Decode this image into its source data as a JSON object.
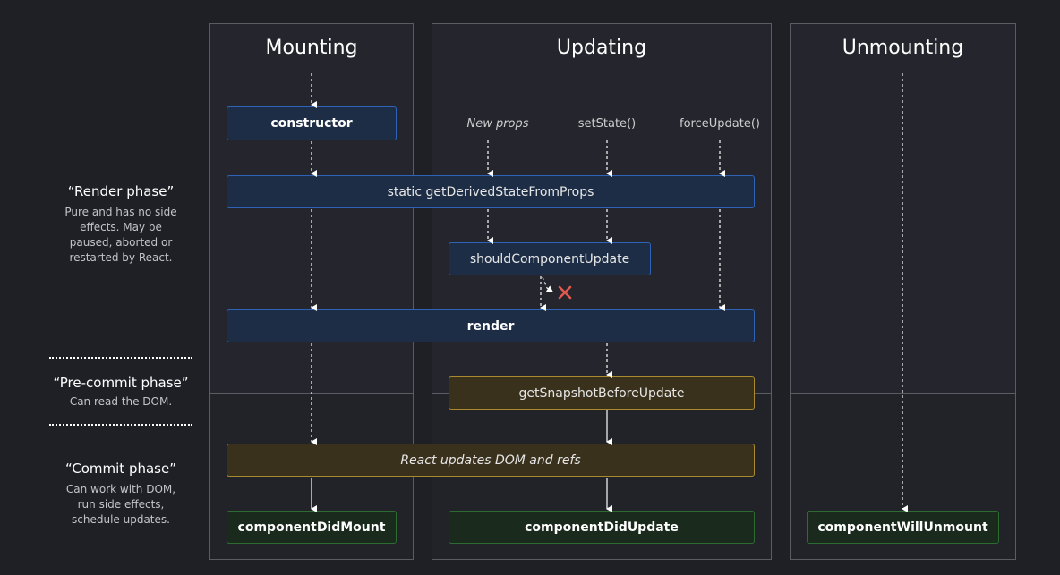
{
  "columns": {
    "mounting": "Mounting",
    "updating": "Updating",
    "unmounting": "Unmounting"
  },
  "phases": {
    "render": {
      "title": "“Render phase”",
      "description": "Pure and has no side effects. May be paused, aborted or restarted by React."
    },
    "precommit": {
      "title": "“Pre-commit phase”",
      "description": "Can read the DOM."
    },
    "commit": {
      "title": "“Commit phase”",
      "description": "Can work with DOM, run side effects, schedule updates."
    }
  },
  "triggers": {
    "new_props": "New props",
    "set_state": "setState()",
    "force_update": "forceUpdate()"
  },
  "methods": {
    "constructor": "constructor",
    "get_derived_state": "static getDerivedStateFromProps",
    "should_component_update": "shouldComponentUpdate",
    "render": "render",
    "get_snapshot": "getSnapshotBeforeUpdate",
    "react_updates": "React updates DOM and refs",
    "did_mount": "componentDidMount",
    "did_update": "componentDidUpdate",
    "will_unmount": "componentWillUnmount"
  },
  "colors": {
    "background": "#1f2026",
    "column": "#25262d",
    "render_box": "#1d2d45",
    "render_border": "#2f63b8",
    "precommit_box": "#3a311d",
    "precommit_border": "#a98a2c",
    "commit_box": "#1a2a1d",
    "commit_border": "#2d6b33",
    "cancel_mark": "#e05a4d"
  }
}
